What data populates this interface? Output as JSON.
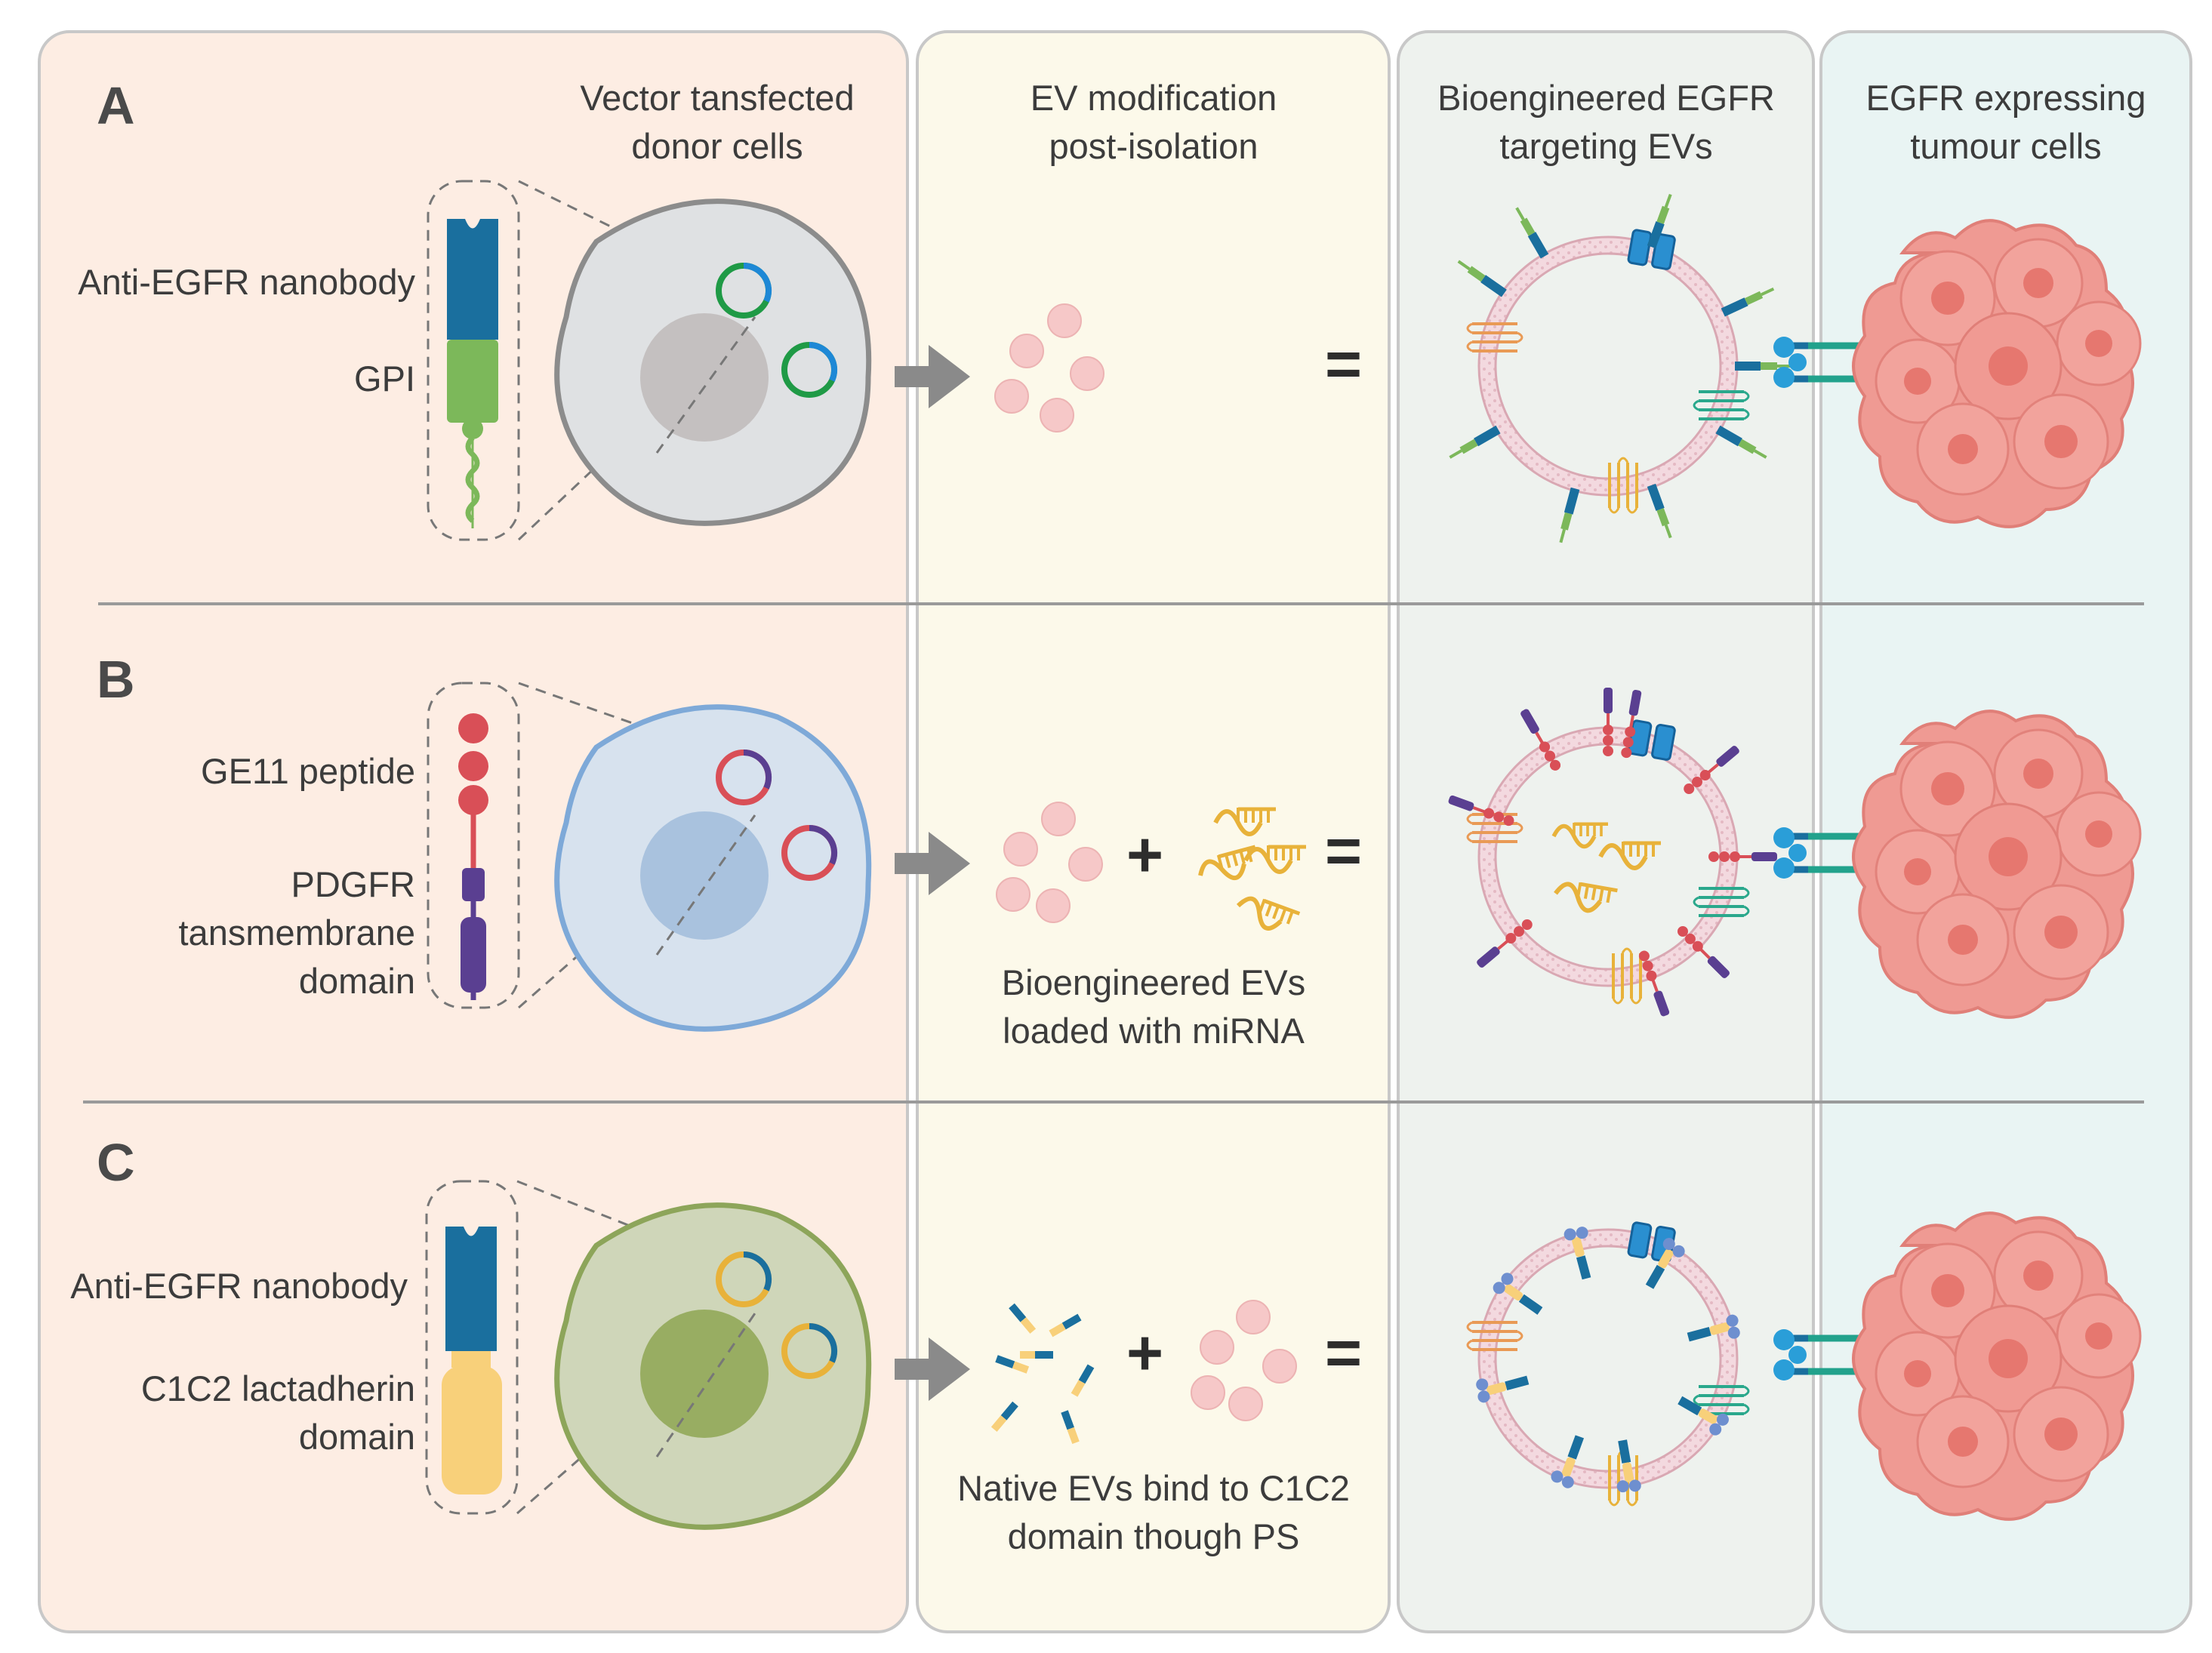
{
  "columns": {
    "col1": "Vector tansfected\ndonor cells",
    "col2": "EV modification\npost-isolation",
    "col3": "Bioengineered EGFR\ntargeting EVs",
    "col4": "EGFR expressing\ntumour cells"
  },
  "rows": {
    "a": {
      "letter": "A",
      "label1": "Anti-EGFR nanobody",
      "label2": "GPI",
      "equals": "="
    },
    "b": {
      "letter": "B",
      "label1": "GE11 peptide",
      "label2": "PDGFR\ntansmembrane\ndomain",
      "plus": "+",
      "equals": "=",
      "caption": "Bioengineered  EVs\nloaded with miRNA"
    },
    "c": {
      "letter": "C",
      "label1": "Anti-EGFR nanobody",
      "label2": "C1C2 lactadherin\ndomain",
      "plus": "+",
      "equals": "=",
      "caption": "Native EVs bind to C1C2\ndomain though PS"
    }
  },
  "colors": {
    "panel1": "#fdede3",
    "panel2": "#fcf9ea",
    "panel3": "#eef2ee",
    "panel4": "#e9f4f3",
    "nanobody": "#1a6f9e",
    "gpi": "#7cb85a",
    "ge11": "#d94f57",
    "pdgfr": "#5a3f91",
    "c1c2": "#f8d07a",
    "vesicle": "#f6c8c8",
    "tumour": "#ec8a84"
  }
}
